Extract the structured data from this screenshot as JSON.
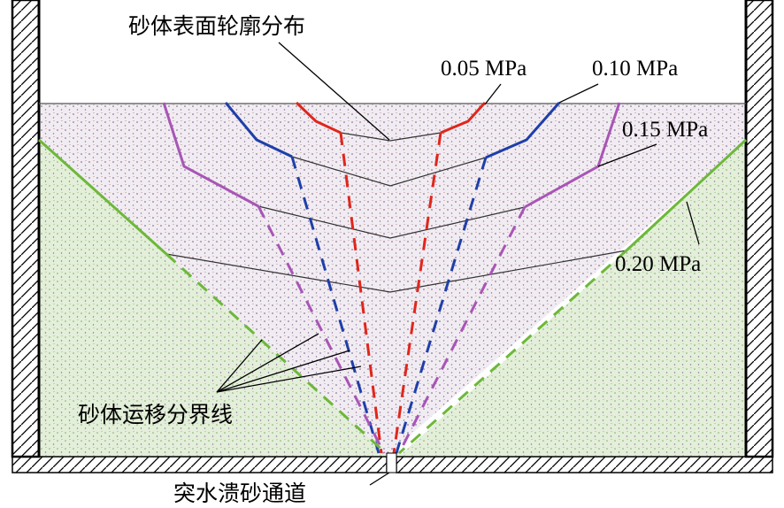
{
  "labels": {
    "surface_profile": "砂体表面轮廓分布",
    "migration_boundary": "砂体运移分界线",
    "channel": "突水溃砂通道"
  },
  "pressures": [
    {
      "label": "0.05 MPa",
      "color": "#e0261c"
    },
    {
      "label": "0.10 MPa",
      "color": "#1f3fa8"
    },
    {
      "label": "0.15 MPa",
      "color": "#a855b5"
    },
    {
      "label": "0.20 MPa",
      "color": "#6db83a"
    }
  ],
  "colors": {
    "wall": "#000000",
    "sand_dots": "#6b5a8a",
    "sand_green": "#c8e0b4",
    "sand_purple": "#e9e0ec"
  }
}
